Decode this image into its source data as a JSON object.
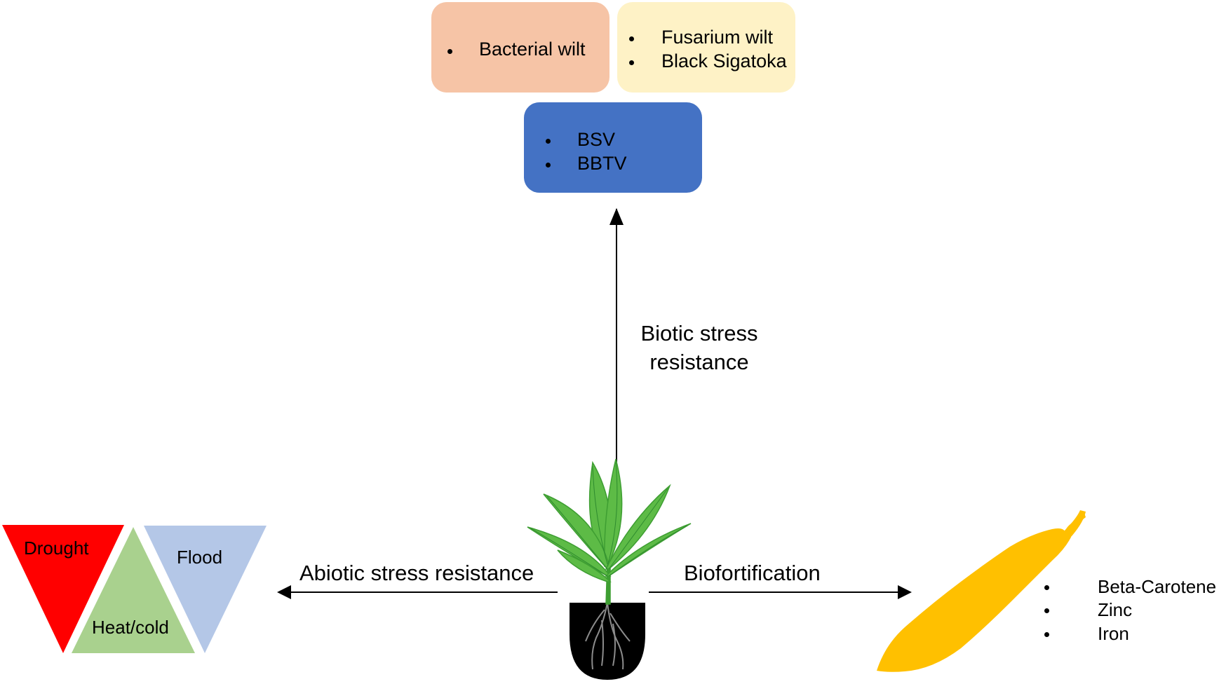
{
  "biotic": {
    "bacterial": [
      "Bacterial wilt"
    ],
    "fungal": [
      "Fusarium wilt",
      "Black Sigatoka"
    ],
    "viral": [
      "BSV",
      "BBTV"
    ],
    "label_line1": "Biotic stress",
    "label_line2": "resistance"
  },
  "abiotic": {
    "label": "Abiotic stress resistance",
    "drought": "Drought",
    "heat": "Heat/cold",
    "flood": "Flood"
  },
  "biofortification": {
    "label": "Biofortification",
    "items": [
      "Beta-Carotene",
      "Zinc",
      "Iron"
    ]
  },
  "colors": {
    "bacterial_box": "#F6C4A6",
    "fungal_box": "#FEF2C6",
    "viral_box": "#4472C4",
    "drought": "#FF0000",
    "heat": "#A9D18E",
    "flood": "#B4C7E7",
    "banana": "#FFC000",
    "plant": "#5DBB46",
    "pot": "#000000"
  }
}
